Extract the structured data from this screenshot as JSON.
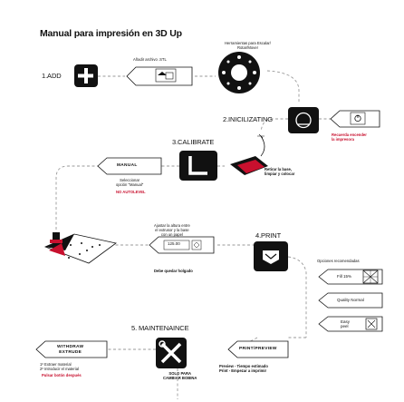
{
  "title": "Manual para impresión en 3D Up",
  "steps": {
    "add": "1.ADD",
    "initialize": "2.INICILIZATING",
    "calibrate": "3.CALIBRATE",
    "print": "4.PRINT",
    "maintenance": "5. MAINTENAINCE"
  },
  "notes": {
    "herramientas": "Herramientas para Escalar/\nRotar/Mover",
    "anadir_archivo": "Añadir archivo .STL",
    "recuerda_encender": "Recuerda encender\nla impresora",
    "retirar_base": "Retirar la base,\nlimpiar y colocar",
    "seleccionar": "Seleccionar\nopción \"Manual\"",
    "no_autolevel": "NO AUTOLEVEL",
    "ajustar_altura": "Ajustar la altura entre\nel extrusor y la base\ncon un papel",
    "debe_quedar": "Debe quedar holgado",
    "opciones": "Opciones recomendadas",
    "extraer": "1º Extraer material\n2º Introducir el material",
    "pulsar": "Pulsar botón después",
    "solo_para": "SOLO PARA\nCAMBIAR BOBINA",
    "preview_note": "Preview - Tiempo estimado\nPrint - Empezar a imprimir"
  },
  "buttons": {
    "manual": "MANUAL",
    "withdraw_extrude": "WITHDRAW\nEXTRUDE",
    "print_preview": "PRINT/PREVIEW",
    "nozzle_value": "125.00"
  },
  "options": {
    "fill": "Fill 15%",
    "quality": "Quality Normal",
    "easy_peel": "Easy\npeel"
  },
  "colors": {
    "accent": "#c8102e",
    "dark": "#111111",
    "dash": "#9a9a9a"
  },
  "icons": [
    "plus-icon",
    "file-icon",
    "rotate-wheel-icon",
    "power-icon",
    "monitor-icon",
    "calibrate-icon",
    "wrench-icon",
    "printbed-icon",
    "print-icon",
    "tools-icon"
  ]
}
